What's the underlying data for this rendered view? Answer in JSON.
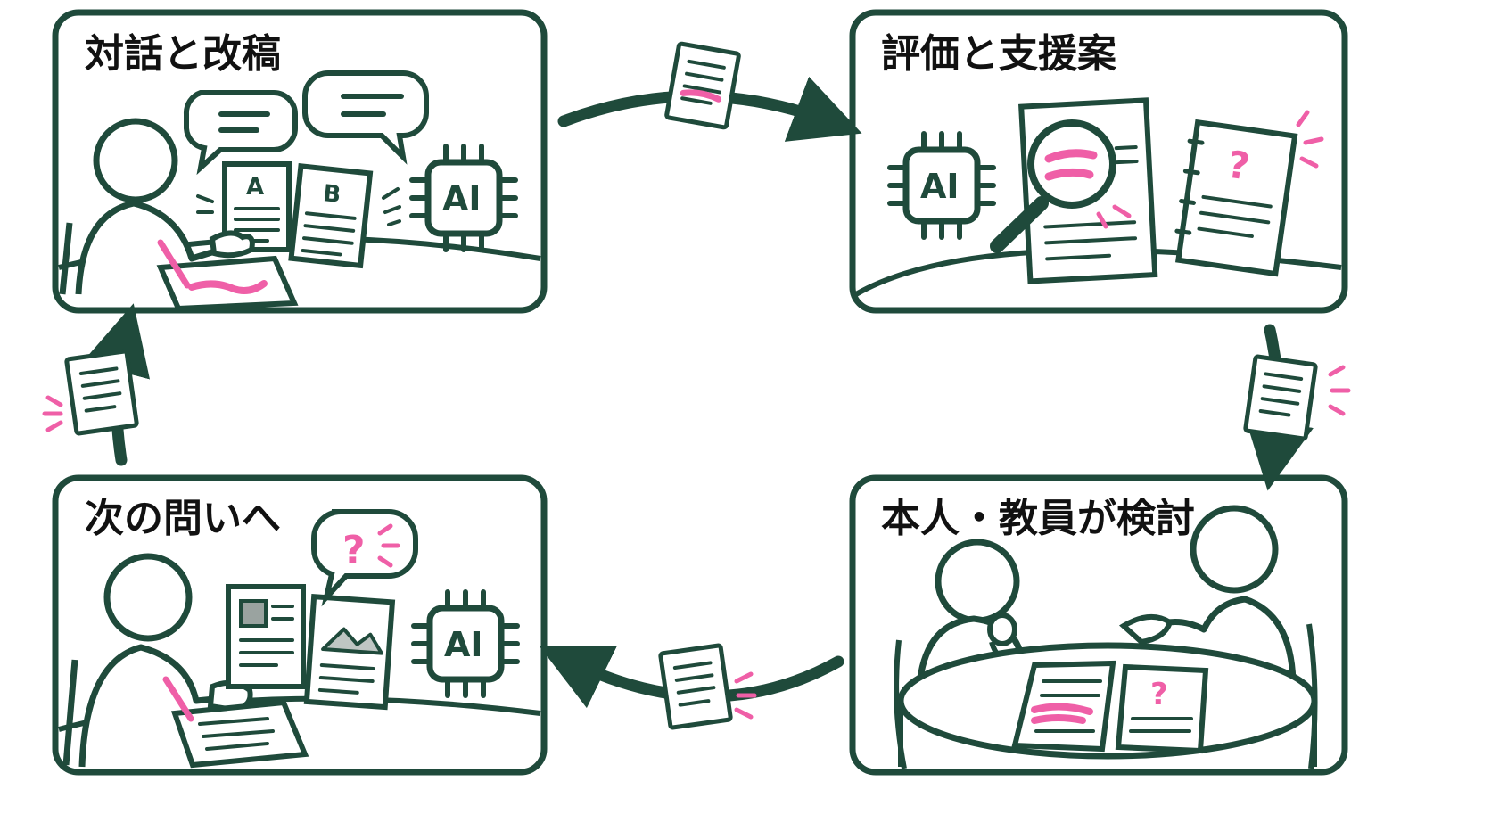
{
  "colors": {
    "outline": "#1f4a3b",
    "accent": "#ef5fa7",
    "ink": "#111111",
    "background": "#ffffff"
  },
  "panels": [
    {
      "title": "対話と改稿",
      "doc_a": "A",
      "doc_b": "B",
      "chip": "AI"
    },
    {
      "title": "評価と支援案",
      "chip": "AI",
      "question": "?"
    },
    {
      "title": "本人・教員が検討",
      "question": "?"
    },
    {
      "title": "次の問いへ",
      "chip": "AI",
      "question": "?"
    }
  ],
  "icons": [
    "document-icon",
    "ai-chip-icon",
    "magnifier-icon",
    "speech-bubble-icon",
    "person-icon",
    "arrow-icon"
  ]
}
